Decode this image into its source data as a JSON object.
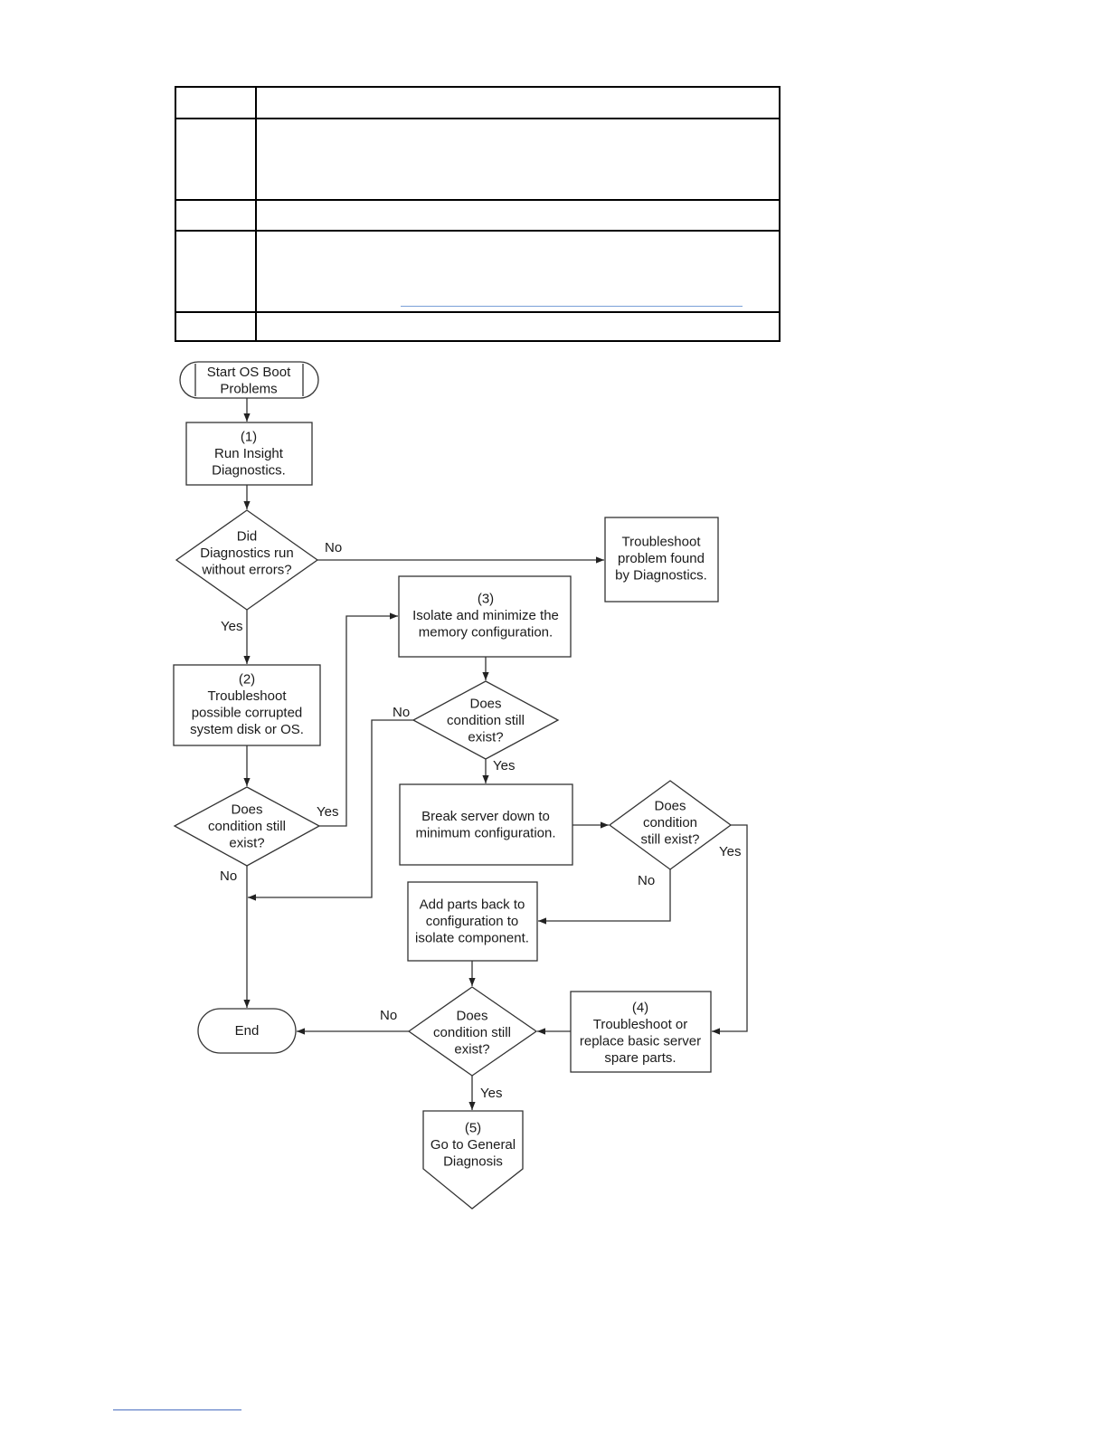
{
  "flowchart": {
    "start": [
      "Start OS Boot",
      "Problems"
    ],
    "step1": [
      "(1)",
      "Run Insight",
      "Diagnostics."
    ],
    "dec_diag": [
      "Did",
      "Diagnostics run",
      "without errors?"
    ],
    "troubleshoot_diag": [
      "Troubleshoot",
      "problem found",
      "by Diagnostics."
    ],
    "step3": [
      "(3)",
      "Isolate and minimize the",
      "memory configuration."
    ],
    "step2": [
      "(2)",
      "Troubleshoot",
      "possible corrupted",
      "system disk or OS."
    ],
    "dec_mem": [
      "Does",
      "condition still",
      "exist?"
    ],
    "break_server": [
      "Break server down to",
      "minimum configuration."
    ],
    "dec_left": [
      "Does",
      "condition still",
      "exist?"
    ],
    "dec_min": [
      "Does",
      "condition",
      "still exist?"
    ],
    "add_parts": [
      "Add parts back to",
      "configuration to",
      "isolate component."
    ],
    "dec_bottom": [
      "Does",
      "condition still",
      "exist?"
    ],
    "step4": [
      "(4)",
      "Troubleshoot or",
      "replace basic server",
      "spare parts."
    ],
    "end": [
      "End"
    ],
    "step5": [
      "(5)",
      "Go to General",
      "Diagnosis"
    ],
    "edge_labels": {
      "diag_no": "No",
      "diag_yes": "Yes",
      "mem_no": "No",
      "mem_yes": "Yes",
      "left_yes": "Yes",
      "left_no": "No",
      "min_yes": "Yes",
      "min_no": "No",
      "bottom_no": "No",
      "bottom_yes": "Yes"
    }
  }
}
